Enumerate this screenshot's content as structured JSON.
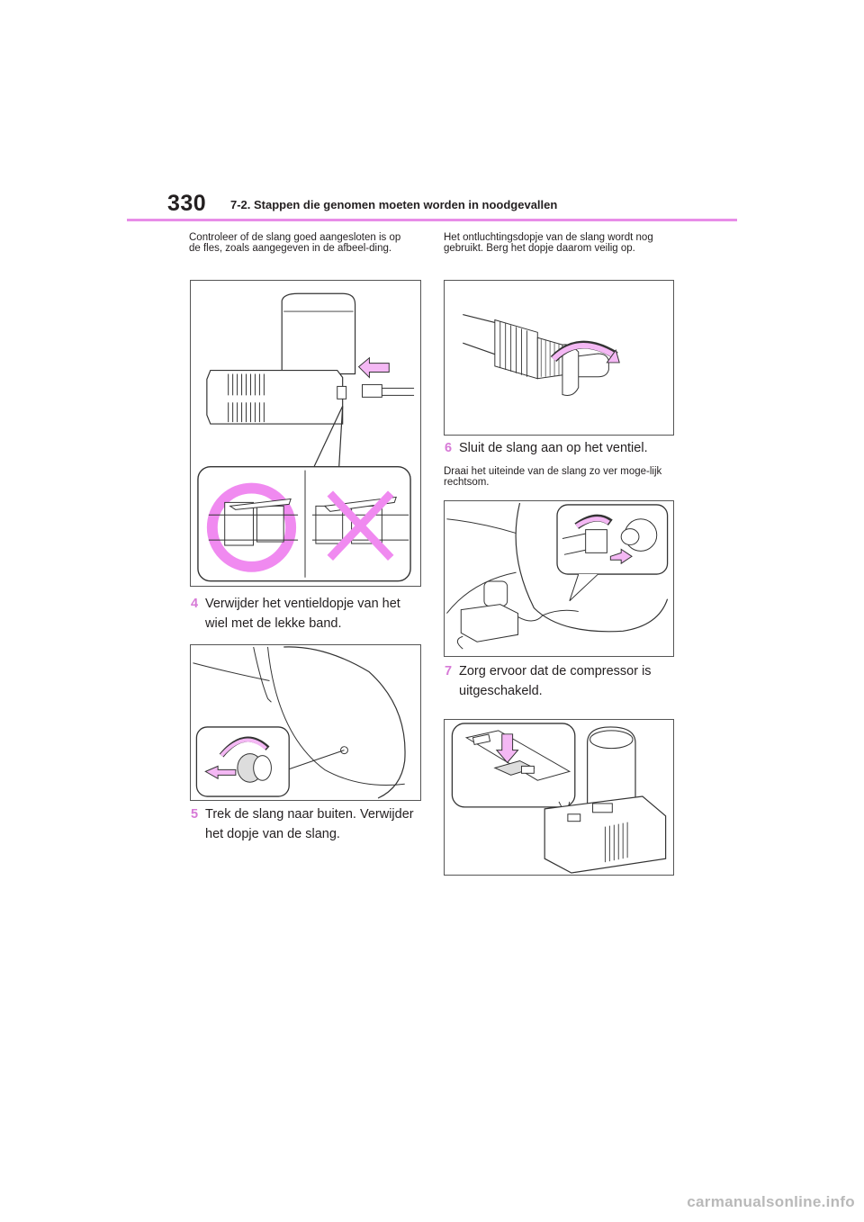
{
  "header": {
    "page_number": "330",
    "section": "7-2. Stappen die genomen moeten worden in noodgevallen"
  },
  "left": {
    "intro": "Controleer of de slang goed aangesloten is op de fles, zoals aangegeven in de afbeel-ding.",
    "step4": {
      "num": "4",
      "line1": "Verwijder het ventieldopje van het",
      "line2": "wiel met de lekke band."
    },
    "step5": {
      "num": "5",
      "line1": "Trek de slang naar buiten. Verwijder",
      "line2": "het dopje van de slang."
    }
  },
  "right": {
    "intro": "Het ontluchtingsdopje van de slang wordt nog gebruikt. Berg het dopje daarom veilig op.",
    "step6": {
      "num": "6",
      "line1": "Sluit de slang aan op het ventiel."
    },
    "step6_note": "Draai het uiteinde van de slang zo ver moge-lijk rechtsom.",
    "step7": {
      "num": "7",
      "line1": "Zorg ervoor dat de compressor is",
      "line2": "uitgeschakeld."
    }
  },
  "watermark": "carmanualsonline.info",
  "colors": {
    "accent": "#e88de8",
    "step_number": "#d77ad7",
    "watermark": "#b9b9b9"
  }
}
